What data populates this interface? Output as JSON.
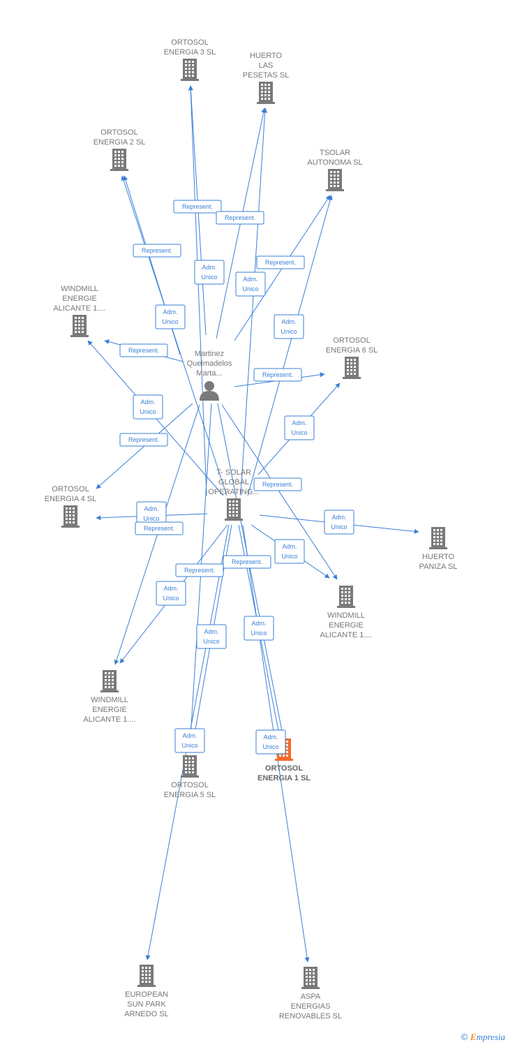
{
  "colors": {
    "edge": "#3a7fd5",
    "building": "#7a7a7a",
    "focus": "#f26a2e",
    "person": "#7a7a7a",
    "label": "#777777"
  },
  "footer": {
    "copyright": "©",
    "brand_initial": "E",
    "brand_rest": "mpresia"
  },
  "nodes": [
    {
      "id": "ortosol3",
      "type": "building",
      "lines": [
        "ORTOSOL",
        "ENERGIA 3 SL"
      ]
    },
    {
      "id": "huerto_pesetas",
      "type": "building",
      "lines": [
        "HUERTO",
        "LAS",
        "PESETAS SL"
      ]
    },
    {
      "id": "ortosol2",
      "type": "building",
      "lines": [
        "ORTOSOL",
        "ENERGIA 2 SL"
      ]
    },
    {
      "id": "tsolar_autonoma",
      "type": "building",
      "lines": [
        "TSOLAR",
        "AUTONOMA  SL"
      ]
    },
    {
      "id": "windmill_a",
      "type": "building",
      "lines": [
        "WINDMILL",
        "ENERGIE",
        "ALICANTE 1...."
      ]
    },
    {
      "id": "ortosol6",
      "type": "building",
      "lines": [
        "ORTOSOL",
        "ENERGIA 6 SL"
      ]
    },
    {
      "id": "person",
      "type": "person",
      "lines": [
        "Martinez",
        "Queimadelos",
        "Marta..."
      ]
    },
    {
      "id": "tsolar_global",
      "type": "building",
      "lines": [
        "T- SOLAR",
        "GLOBAL",
        "OPERATING..."
      ]
    },
    {
      "id": "ortosol4",
      "type": "building",
      "lines": [
        "ORTOSOL",
        "ENERGIA 4 SL"
      ]
    },
    {
      "id": "huerto_paniza",
      "type": "building",
      "lines": [
        "HUERTO",
        "PANIZA SL"
      ]
    },
    {
      "id": "windmill_b",
      "type": "building",
      "lines": [
        "WINDMILL",
        "ENERGIE",
        "ALICANTE 1...."
      ]
    },
    {
      "id": "windmill_c",
      "type": "building",
      "lines": [
        "WINDMILL",
        "ENERGIE",
        "ALICANTE 1...."
      ]
    },
    {
      "id": "ortosol5",
      "type": "building",
      "lines": [
        "ORTOSOL",
        "ENERGIA 5 SL"
      ]
    },
    {
      "id": "ortosol1",
      "type": "focus",
      "lines": [
        "ORTOSOL",
        "ENERGIA 1 SL"
      ]
    },
    {
      "id": "european",
      "type": "building",
      "lines": [
        "EUROPEAN",
        "SUN PARK",
        "ARNEDO SL"
      ]
    },
    {
      "id": "aspa",
      "type": "building",
      "lines": [
        "ASPA",
        "ENERGIAS",
        "RENOVABLES SL"
      ]
    }
  ],
  "edge_labels": [
    [
      "Represent."
    ],
    [
      "Represent."
    ],
    [
      "Represent."
    ],
    [
      "Adm.",
      "Unico"
    ],
    [
      "Adm.",
      "Unico"
    ],
    [
      "Represent."
    ],
    [
      "Adm.",
      "Unico"
    ],
    [
      "Represent."
    ],
    [
      "Adm.",
      "Unico"
    ],
    [
      "Adm.",
      "Unico"
    ],
    [
      "Represent."
    ],
    [
      "Adm.",
      "Unico"
    ],
    [
      "Represent."
    ],
    [
      "Adm.",
      "Unico"
    ],
    [
      "Represent."
    ],
    [
      "Represent."
    ],
    [
      "Adm.",
      "Unico"
    ],
    [
      "Adm.",
      "Unico"
    ],
    [
      "Represent."
    ],
    [
      "Represent."
    ],
    [
      "Adm.",
      "Unico"
    ],
    [
      "Adm.",
      "Unico"
    ],
    [
      "Adm.",
      "Unico"
    ],
    [
      "Adm.",
      "Unico"
    ],
    [
      "Adm.",
      "Unico"
    ],
    [
      "Adm.",
      "Unico"
    ]
  ]
}
